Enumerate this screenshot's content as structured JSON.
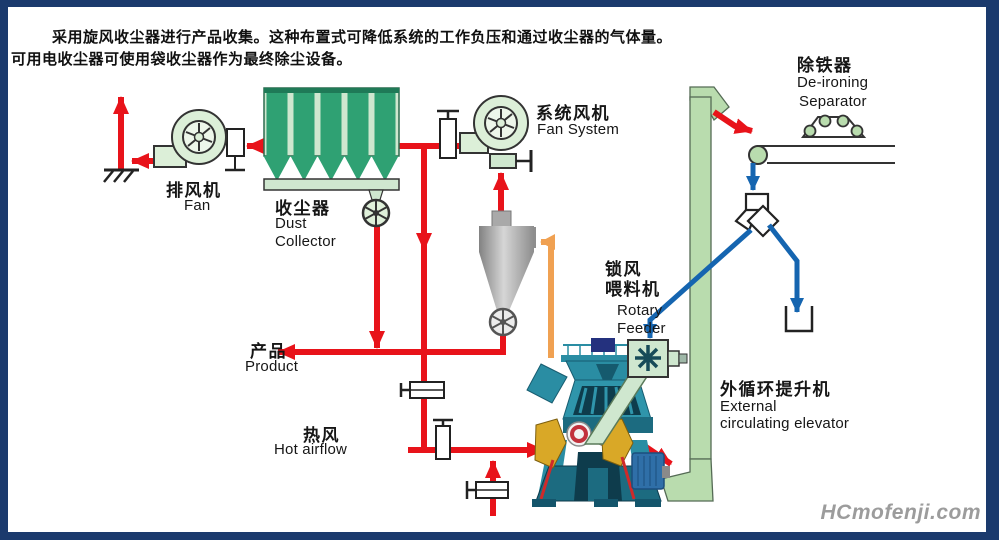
{
  "description": {
    "line1": "采用旋风收尘器进行产品收集。这种布置式可降低系统的工作负压和通过收尘器的气体量。",
    "line2": "可用电收尘器可使用袋收尘器作为最终除尘设备。"
  },
  "equipment": {
    "exhaust_fan": {
      "zh": "排风机",
      "en": "Fan"
    },
    "dust_collector": {
      "zh": "收尘器",
      "en_line1": "Dust",
      "en_line2": "Collector"
    },
    "system_fan": {
      "zh": "系统风机",
      "en": "Fan System"
    },
    "de_ironing_separator": {
      "zh": "除铁器",
      "en_line1": "De-ironing",
      "en_line2": "Separator"
    },
    "rotary_feeder": {
      "zh_line1": "锁风",
      "zh_line2": "喂料机",
      "en_line1": "Rotary",
      "en_line2": "Feeder"
    },
    "product": {
      "zh": "产品",
      "en": "Product"
    },
    "hot_airflow": {
      "zh": "热风",
      "en": "Hot airflow"
    },
    "external_elevator": {
      "zh": "外循环提升机",
      "en_line1": "External",
      "en_line2": "circulating elevator"
    }
  },
  "watermark": "HCmofenji.com",
  "colors": {
    "airflow_red": "#e8131a",
    "material_blue": "#1565b0",
    "return_orange": "#f0a152",
    "equipment_green_light": "#dcefd8",
    "equipment_green": "#2fa173",
    "elevator_green": "#b9dcae",
    "cyclone_gray": "#a9a9a9",
    "border_navy": "#1b3a6d",
    "watermark_gray": "#9c9c9c"
  }
}
